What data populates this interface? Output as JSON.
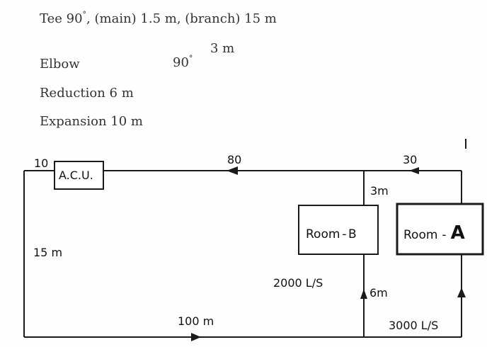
{
  "fittings": {
    "tee": {
      "name": "Tee 90",
      "deg": "°",
      "rest": ", (main)  1.5 m,  (branch)  15 m"
    },
    "elbow": {
      "name": "Elbow",
      "angle": "90",
      "deg": "°",
      "length": "3 m"
    },
    "reduction": {
      "text": "Reduction  6    m"
    },
    "expansion": {
      "text": "Expansion 10 m"
    }
  },
  "diagram": {
    "acu_label": "A.C.U.",
    "acu_elbow_length": "10",
    "room_b": {
      "prefix": "Room",
      "dash": "-",
      "letter": "B"
    },
    "room_a": {
      "prefix": "Room",
      "dash": "-",
      "letter": "A"
    },
    "duct_top_main": "80",
    "duct_top_right": "30",
    "branch_b_upper": "3m",
    "duct_left": "15 m",
    "duct_bottom": "100 m",
    "flow_b": "2000 L/S",
    "branch_b_lower": "6m",
    "flow_a": "3000 L/S"
  },
  "colors": {
    "line": "#1a1a1a",
    "text": "#111111"
  }
}
